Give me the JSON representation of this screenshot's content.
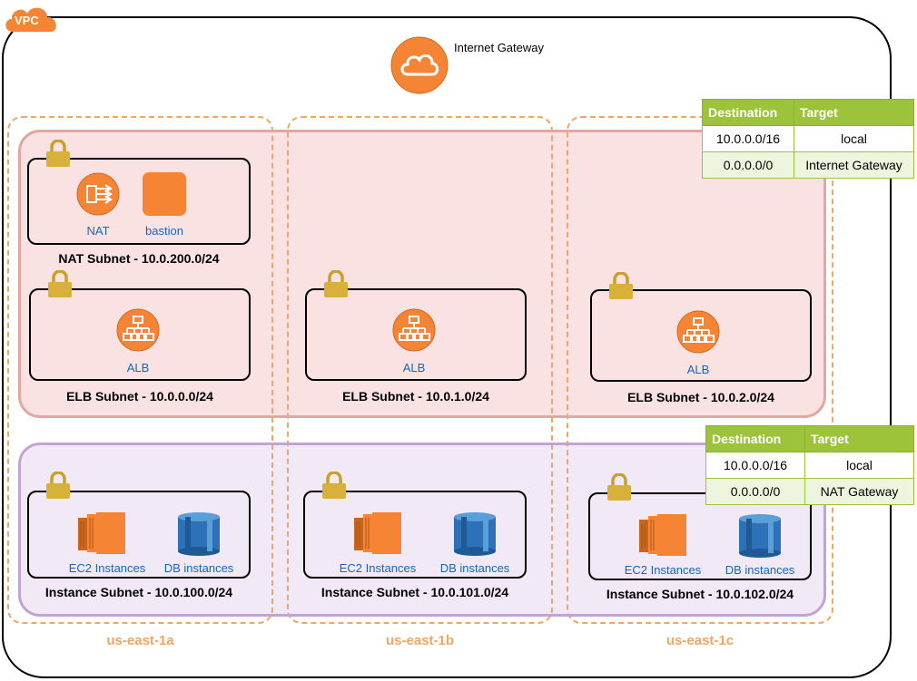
{
  "vpc": {
    "badge": "VPC"
  },
  "internet_gateway": {
    "label": "Internet Gateway"
  },
  "availability_zones": [
    "us-east-1a",
    "us-east-1b",
    "us-east-1c"
  ],
  "nat_subnet": {
    "label": "NAT Subnet - 10.0.200.0/24",
    "nat_label": "NAT",
    "bastion_label": "bastion"
  },
  "elb_subnets": [
    {
      "label": "ELB Subnet - 10.0.0.0/24",
      "icon_label": "ALB"
    },
    {
      "label": "ELB Subnet - 10.0.1.0/24",
      "icon_label": "ALB"
    },
    {
      "label": "ELB Subnet - 10.0.2.0/24",
      "icon_label": "ALB"
    }
  ],
  "instance_subnets": [
    {
      "label": "Instance Subnet - 10.0.100.0/24",
      "ec2_label": "EC2 Instances",
      "db_label": "DB instances"
    },
    {
      "label": "Instance Subnet - 10.0.101.0/24",
      "ec2_label": "EC2 Instances",
      "db_label": "DB instances"
    },
    {
      "label": "Instance Subnet - 10.0.102.0/24",
      "ec2_label": "EC2 Instances",
      "db_label": "DB instances"
    }
  ],
  "public_route_table": {
    "headers": [
      "Destination",
      "Target"
    ],
    "rows": [
      [
        "10.0.0.0/16",
        "local"
      ],
      [
        "0.0.0.0/0",
        "Internet Gateway"
      ]
    ]
  },
  "private_route_table": {
    "headers": [
      "Destination",
      "Target"
    ],
    "rows": [
      [
        "10.0.0.0/16",
        "local"
      ],
      [
        "0.0.0.0/0",
        "NAT Gateway"
      ]
    ]
  },
  "colors": {
    "aws_orange": "#f58535",
    "az_dash": "#f5a55f",
    "table_green": "#9dc33b",
    "label_blue": "#1565c0",
    "db_blue": "#2d72b8"
  }
}
